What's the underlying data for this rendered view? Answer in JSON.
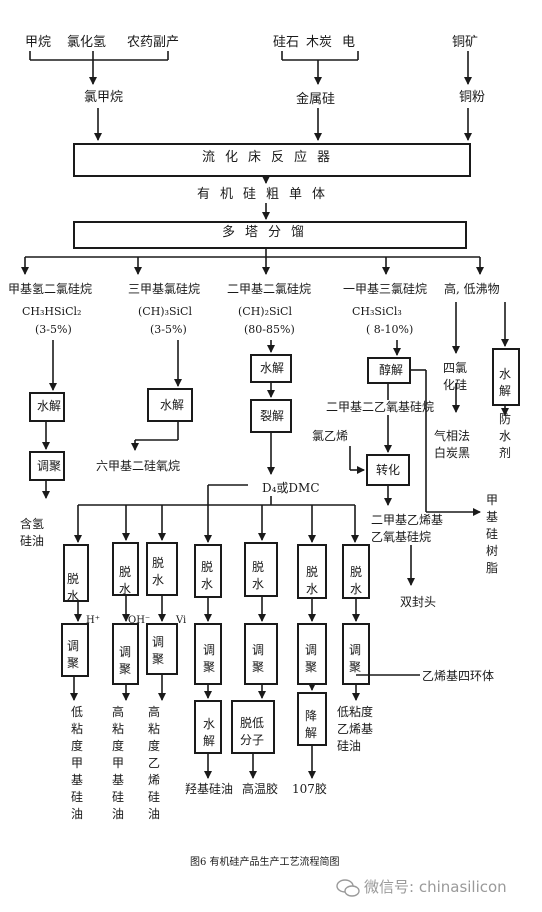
{
  "inputs": {
    "methane": "甲烷",
    "hcl": "氯化氢",
    "byproduct": "农药副产",
    "silica": "硅石",
    "charcoal": "木炭",
    "power": "电",
    "copper_ore": "铜矿"
  },
  "intermediates": {
    "chloromethane": "氯甲烷",
    "metal_silicon": "金属硅",
    "copper_powder": "铜粉"
  },
  "reactor": "流化床反应器",
  "crude": "有机硅粗单体",
  "distillation": "多塔分馏",
  "monomers": {
    "mhdcs": {
      "name": "甲基氢二氯硅烷",
      "formula": "CH₃HSiCl₂",
      "pct": "(3-5%)"
    },
    "tmcs": {
      "name": "三甲基氯硅烷",
      "formula": "(CH)₃SiCl",
      "pct": "(3-5%)"
    },
    "dmdcs": {
      "name": "二甲基二氯硅烷",
      "formula": "(CH)₂SiCl",
      "pct": "(80-85%)"
    },
    "mtcs": {
      "name": "一甲基三氯硅烷",
      "formula": "CH₃SiCl₃",
      "pct": "( 8-10%)"
    },
    "boilers": "高, 低沸物"
  },
  "steps": {
    "hydrolysis": "水解",
    "adjust_poly": "调聚",
    "cracking": "裂解",
    "alcoholysis": "醇解",
    "conversion": "转化",
    "dehydrate": "脱水",
    "de_low_mol": "脱低分子",
    "degrade": "降解"
  },
  "labels": {
    "h_oil": "含氢硅油",
    "hmds": "六甲基二硅氧烷",
    "d4_dmc": "D₄或DMC",
    "sicl4": "四氯化硅",
    "fumed_silica": "气相法白炭黑",
    "waterproof": "防水剂",
    "dimethyldiethoxy": "二甲基二乙氧基硅烷",
    "vinyl_chloride": "氯乙烯",
    "methyl_resin": "甲基硅树脂",
    "vinyl_silane": "二甲基乙烯基乙氧基硅烷",
    "double_head": "双封头",
    "vinyl_d4": "乙烯基四环体",
    "h_plus": "H⁺",
    "oh_minus": "OH⁻",
    "vi": "Vi",
    "low_visc_methyl": "低粘度甲基硅油",
    "high_visc_methyl": "高粘度甲基硅油",
    "high_visc_vinyl": "高粘度乙烯硅油",
    "hydroxy_oil": "羟基硅油",
    "htv_rubber": "高温胶",
    "rubber_107": "107胶",
    "low_visc_vinyl": "低粘度乙烯基硅油"
  },
  "caption": "图6 有机硅产品生产工艺流程简图",
  "watermark": "微信号: chinasilicon"
}
